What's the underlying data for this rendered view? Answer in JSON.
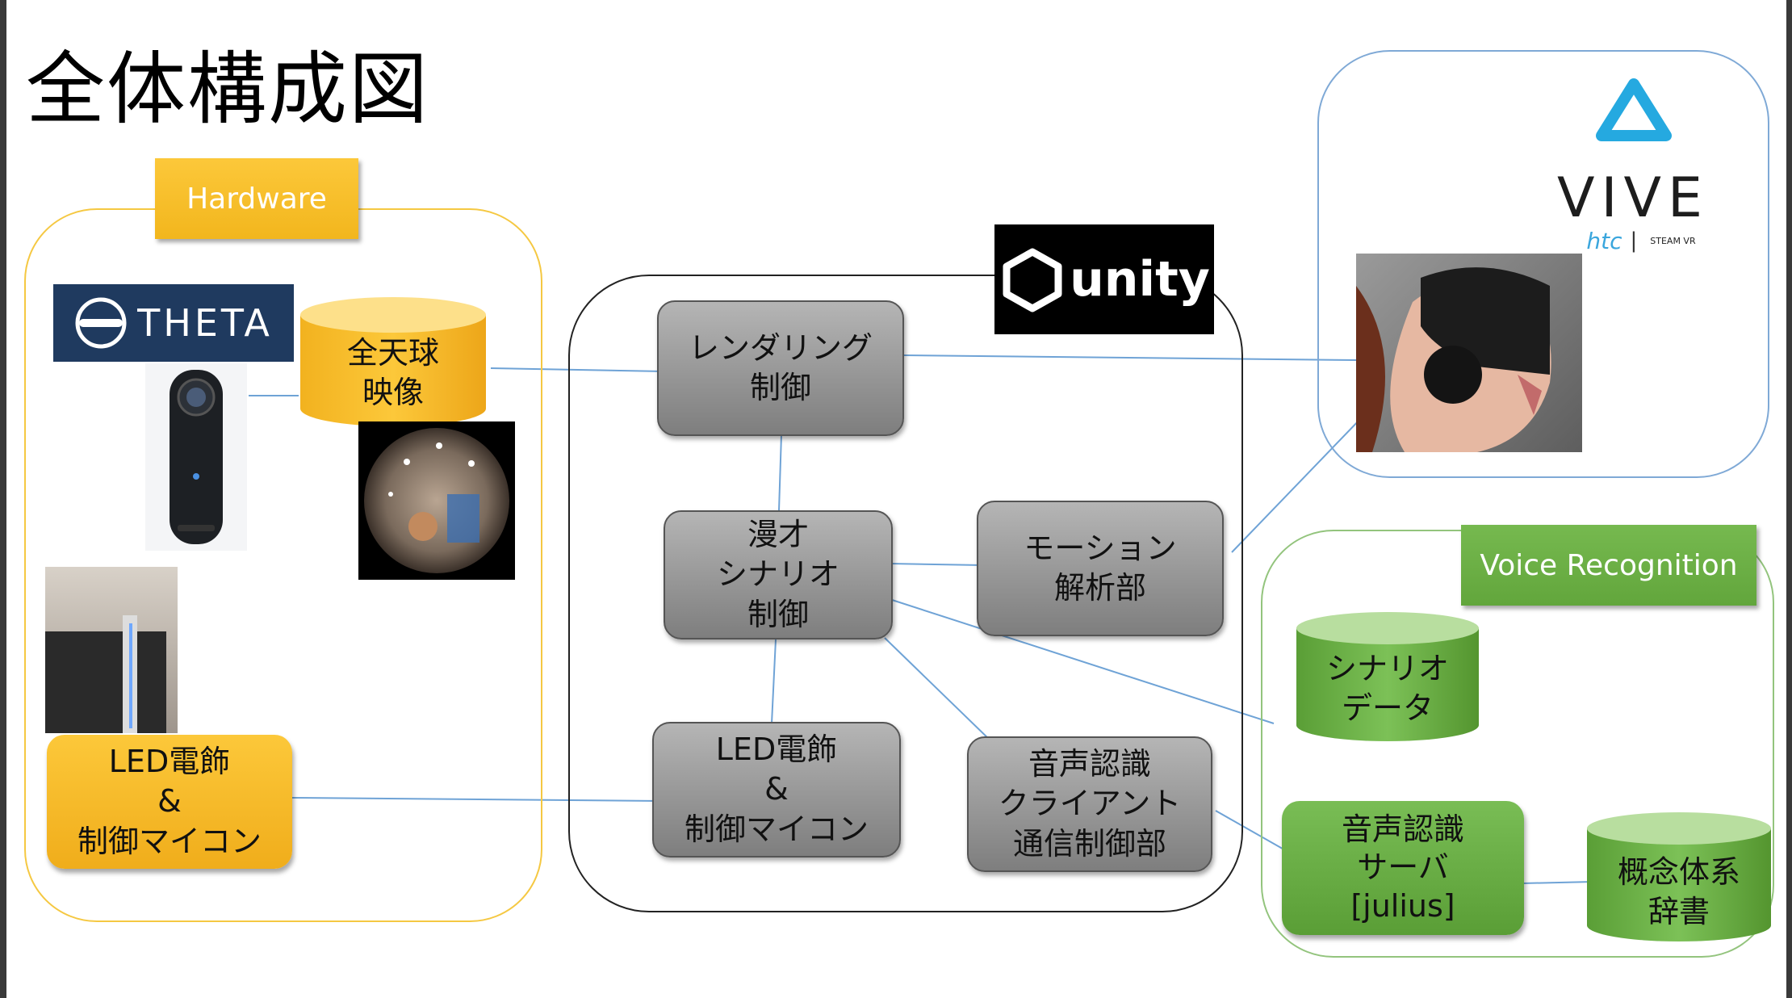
{
  "title": "全体構成図",
  "groups": {
    "hardware_label": "Hardware",
    "voice_label": "Voice Recognition"
  },
  "logos": {
    "theta": "THETA",
    "unity": "unity",
    "vive": "VIVE",
    "vive_htc": "htc",
    "vive_steam": "STEAM VR"
  },
  "hardware": {
    "panorama": [
      "全天球",
      "映像"
    ],
    "led": [
      "LED電飾",
      "&",
      "制御マイコン"
    ]
  },
  "core": {
    "rendering": [
      "レンダリング",
      "制御"
    ],
    "manzai": [
      "漫才",
      "シナリオ",
      "制御"
    ],
    "motion": [
      "モーション",
      "解析部"
    ],
    "led_ctrl": [
      "LED電飾",
      "&",
      "制御マイコン"
    ],
    "voice_client": [
      "音声認識",
      "クライアント",
      "通信制御部"
    ]
  },
  "voice": {
    "scenario_data": [
      "シナリオ",
      "データ"
    ],
    "server": [
      "音声認識",
      "サーバ",
      "[julius]"
    ],
    "dictionary": [
      "概念体系",
      "辞書"
    ]
  },
  "colors": {
    "hardware_frame": "#f5c842",
    "vive_frame": "#7fa9d6",
    "voice_frame": "#93c47d",
    "connector": "#6fa3d6"
  },
  "icons": {
    "theta_mark": "theta-lens-icon",
    "unity_mark": "unity-cube-icon",
    "vive_mark": "vive-triangle-icon"
  }
}
